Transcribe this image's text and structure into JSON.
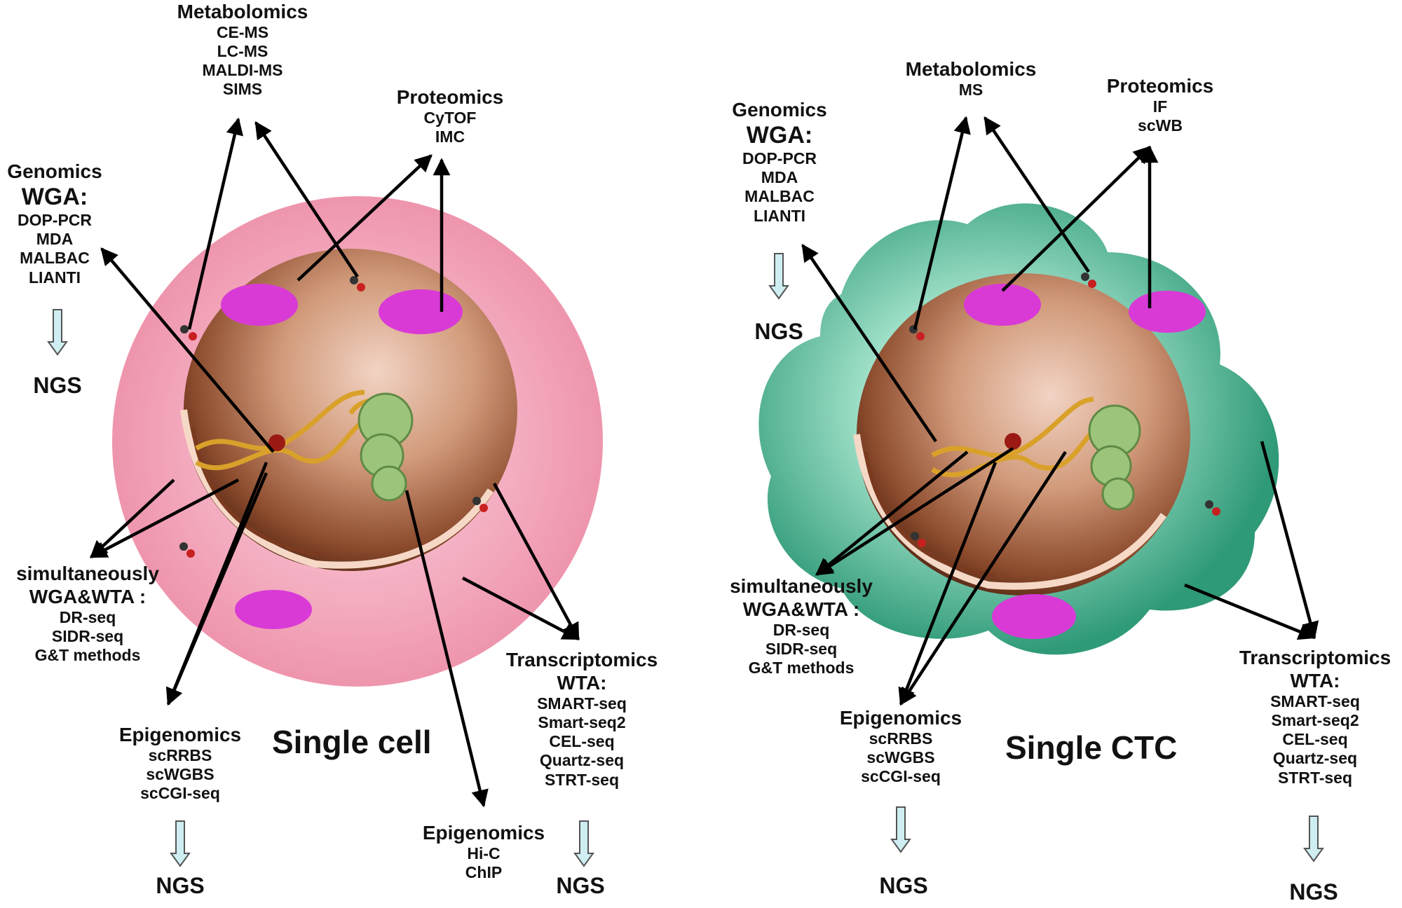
{
  "left_panel": {
    "title": "Single cell",
    "metabolomics": {
      "heading": "Metabolomics",
      "items": [
        "CE-MS",
        "LC-MS",
        "MALDI-MS",
        "SIMS"
      ]
    },
    "proteomics": {
      "heading": "Proteomics",
      "items": [
        "CyTOF",
        "IMC"
      ]
    },
    "genomics": {
      "heading": "Genomics",
      "subheading": "WGA:",
      "items": [
        "DOP-PCR",
        "MDA",
        "MALBAC",
        "LIANTI"
      ],
      "ngs": "NGS"
    },
    "simultaneous": {
      "heading": "simultaneously",
      "subheading": "WGA&WTA :",
      "items": [
        "DR-seq",
        "SIDR-seq",
        "G&T methods"
      ]
    },
    "epigenomics_methylation": {
      "heading": "Epigenomics",
      "items": [
        "scRRBS",
        "scWGBS",
        "scCGI-seq"
      ],
      "ngs": "NGS"
    },
    "epigenomics_chromatin": {
      "heading": "Epigenomics",
      "items": [
        "Hi-C",
        "ChIP"
      ]
    },
    "transcriptomics": {
      "heading": "Transcriptomics",
      "subheading": "WTA:",
      "items": [
        "SMART-seq",
        "Smart-seq2",
        "CEL-seq",
        "Quartz-seq",
        "STRT-seq"
      ],
      "ngs": "NGS"
    }
  },
  "right_panel": {
    "title": "Single CTC",
    "metabolomics": {
      "heading": "Metabolomics",
      "items": [
        "MS"
      ]
    },
    "proteomics": {
      "heading": "Proteomics",
      "items": [
        "IF",
        "scWB"
      ]
    },
    "genomics": {
      "heading": "Genomics",
      "subheading": "WGA:",
      "items": [
        "DOP-PCR",
        "MDA",
        "MALBAC",
        "LIANTI"
      ],
      "ngs": "NGS"
    },
    "simultaneous": {
      "heading": "simultaneously",
      "subheading": "WGA&WTA :",
      "items": [
        "DR-seq",
        "SIDR-seq",
        "G&T methods"
      ]
    },
    "epigenomics": {
      "heading": "Epigenomics",
      "items": [
        "scRRBS",
        "scWGBS",
        "scCGI-seq"
      ],
      "ngs": "NGS"
    },
    "transcriptomics": {
      "heading": "Transcriptomics",
      "subheading": "WTA:",
      "items": [
        "SMART-seq",
        "Smart-seq2",
        "CEL-seq",
        "Quartz-seq",
        "STRT-seq"
      ],
      "ngs": "NGS"
    }
  },
  "colors": {
    "cytoplasm_left": "#f3a9bd",
    "cytoplasm_right": "#5fbf9c",
    "nucleus": "#b46c48",
    "protein": "#d93ad6",
    "dna_helix": "#d9a12a",
    "arrow": "#000000",
    "ngs_arrow": "#cfeef2"
  }
}
